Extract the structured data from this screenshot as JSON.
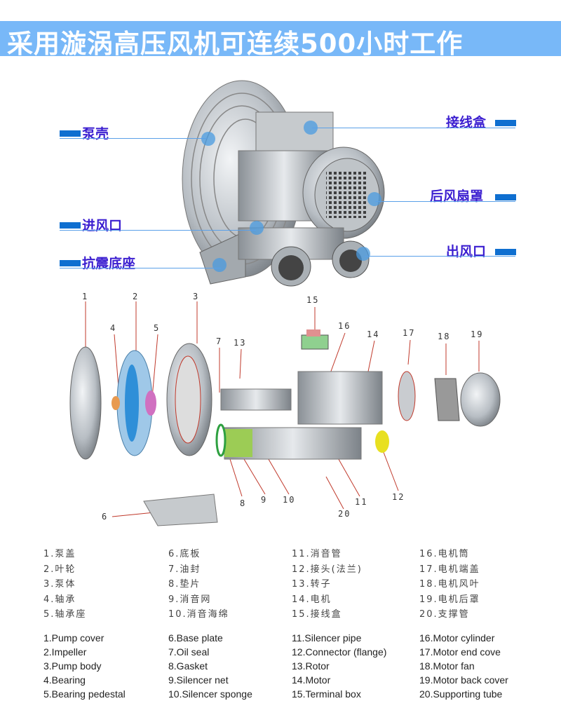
{
  "banner": {
    "title": "采用漩涡高压风机可连续500小时工作"
  },
  "callouts": {
    "pump_shell": "泵壳",
    "air_inlet": "进风口",
    "anti_vibration_base": "抗震底座",
    "terminal_box": "接线盒",
    "rear_fan_cover": "后风扇罩",
    "air_outlet": "出风口"
  },
  "colors": {
    "banner": "#78b8f8",
    "callout_text": "#3b1ed0",
    "callout_bar": "#0f6fd0"
  },
  "diagram_numbers": [
    "1",
    "2",
    "3",
    "4",
    "5",
    "6",
    "7",
    "8",
    "9",
    "10",
    "11",
    "12",
    "13",
    "14",
    "15",
    "16",
    "17",
    "18",
    "19",
    "20"
  ],
  "legend_cn": [
    [
      "1.泵盖",
      "2.叶轮",
      "3.泵体",
      "4.轴承",
      "5.轴承座"
    ],
    [
      "6.底板",
      "7.油封",
      "8.垫片",
      "9.消音网",
      "10.消音海绵"
    ],
    [
      "11.消音管",
      "12.接头(法兰)",
      "13.转子",
      "14.电机",
      "15.接线盒"
    ],
    [
      "16.电机筒",
      "17.电机端盖",
      "18.电机风叶",
      "19.电机后罩",
      "20.支撑管"
    ]
  ],
  "legend_en": [
    [
      "1.Pump cover",
      "2.Impeller",
      "3.Pump body",
      "4.Bearing",
      "5.Bearing pedestal"
    ],
    [
      "6.Base plate",
      "7.Oil seal",
      "8.Gasket",
      "9.Silencer net",
      "10.Silencer sponge"
    ],
    [
      "11.Silencer pipe",
      "12.Connector (flange)",
      "13.Rotor",
      "14.Motor",
      "15.Terminal box"
    ],
    [
      "16.Motor cylinder",
      "17.Motor end cove",
      "18.Motor fan",
      "19.Motor back cover",
      "20.Supporting tube"
    ]
  ]
}
